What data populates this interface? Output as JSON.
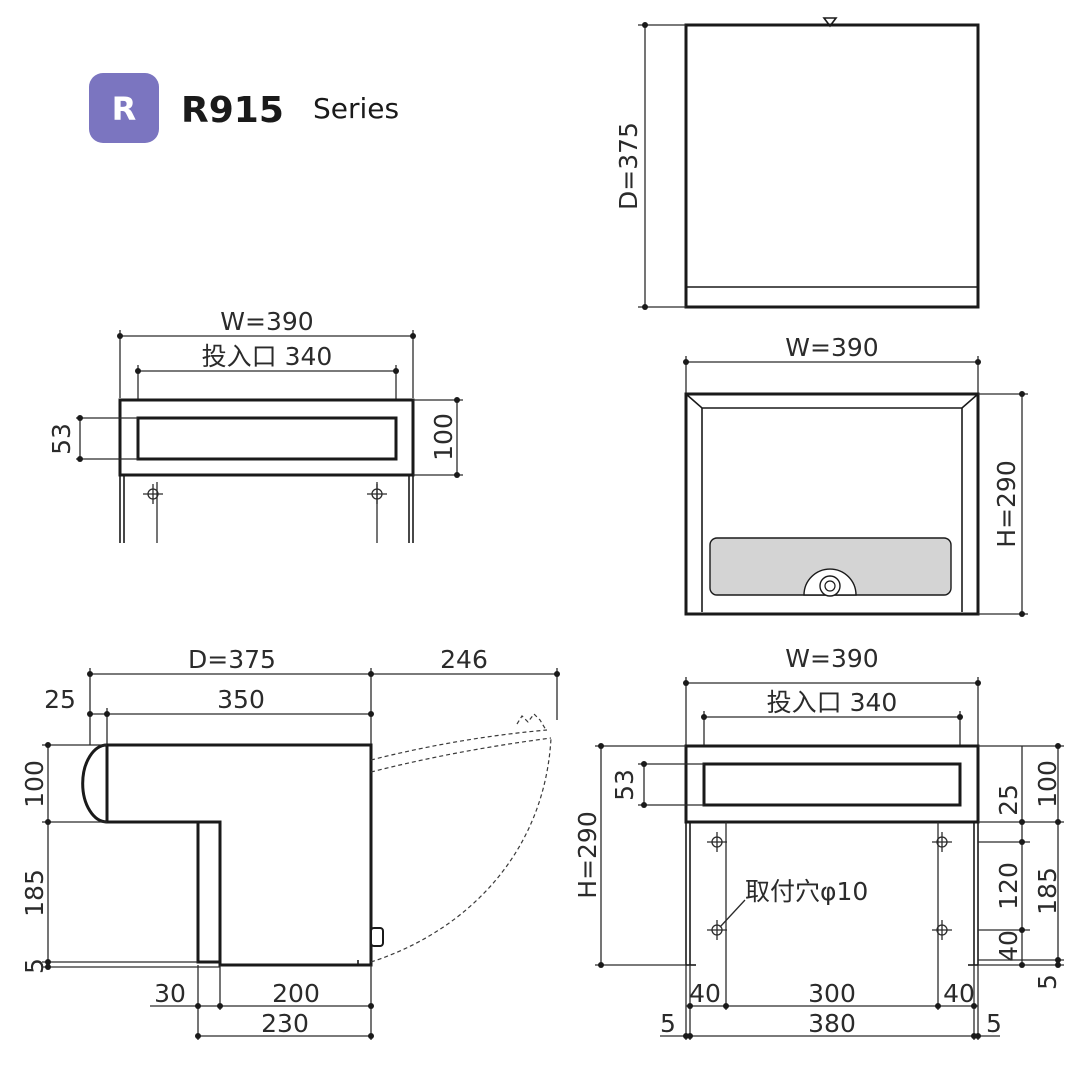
{
  "header": {
    "badge_letter": "R",
    "badge_color": "#7b75c0",
    "model": "R915",
    "series": "Series"
  },
  "top_view": {
    "depth_label": "D=375"
  },
  "front_slot_view": {
    "width_label": "W=390",
    "slot_label": "投入口 340",
    "slot_height_label": "53",
    "height_label": "100"
  },
  "back_view": {
    "width_label": "W=390",
    "height_label": "H=290"
  },
  "side_view": {
    "depth_label": "D=375",
    "door_swing_label": "246",
    "offset_label": "25",
    "inner_depth_label": "350",
    "head_height_label": "100",
    "lower_height_label": "185",
    "base_label": "5",
    "leg_label": "30",
    "bottom_label": "200",
    "total_bottom_label": "230"
  },
  "front_view": {
    "width_label": "W=390",
    "slot_label": "投入口 340",
    "slot_height_label": "53",
    "height_label": "H=290",
    "mount_hole_label": "取付穴φ10",
    "r_top_label": "25",
    "r_head_label": "100",
    "r_mid_label": "120",
    "r_lower_label": "185",
    "r_bottom_label": "40",
    "r_base_label": "5",
    "b_left_label": "40",
    "b_center_label": "300",
    "b_right_label": "40",
    "b_edge_left_label": "5",
    "b_total_label": "380",
    "b_edge_right_label": "5"
  }
}
